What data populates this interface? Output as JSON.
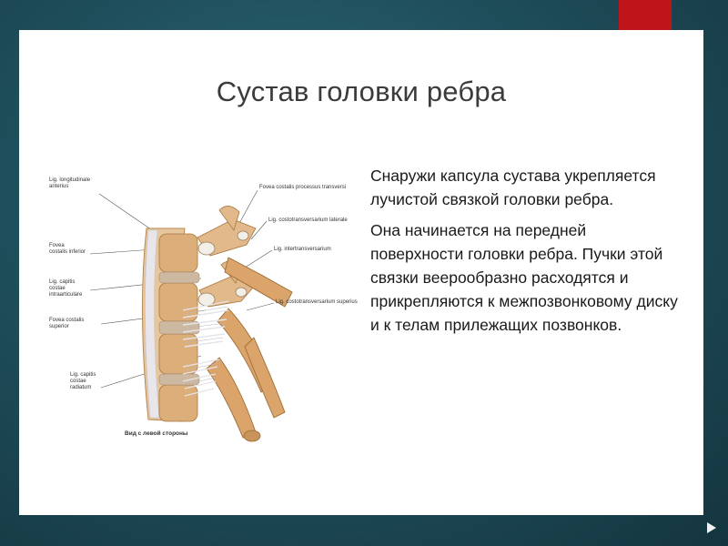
{
  "slide": {
    "title": "Сустав головки ребра",
    "paragraphs": [
      "Снаружи капсула сустава укрепляется лучистой связкой головки ребра.",
      "Она начинается на передней поверхности головки ребра. Пучки этой связки веерообразно расходятся и прикрепляются к межпозвонковому диску и к телам прилежащих позвонков."
    ]
  },
  "figure": {
    "labels": {
      "lig_longitudinale": "Lig. longitudinale\nanterius",
      "fovea_inferior": "Fovea\ncostalis inferior",
      "lig_intraarticulare": "Lig. capitis\ncostae\nintraarticulare",
      "fovea_superior": "Fovea costalis\nsuperior",
      "lig_radiatum": "Lig. capitis\ncostae\nradiatum",
      "fovea_processus": "Fovea costalis processus transversi",
      "lig_laterale": "Lig. costotransversarium laterale",
      "lig_intertransversarium": "Lig. intertransversarium",
      "lig_superius": "Lig. costotransversarium superius",
      "caption": "Вид с левой стороны"
    },
    "colors": {
      "bone": "#e2b98a",
      "bone_dark": "#b98752",
      "ligament": "#d9d9df",
      "disc": "#c9b7a0"
    }
  },
  "theme": {
    "accent": "#c0141b",
    "title_color": "#3b3b3b"
  }
}
